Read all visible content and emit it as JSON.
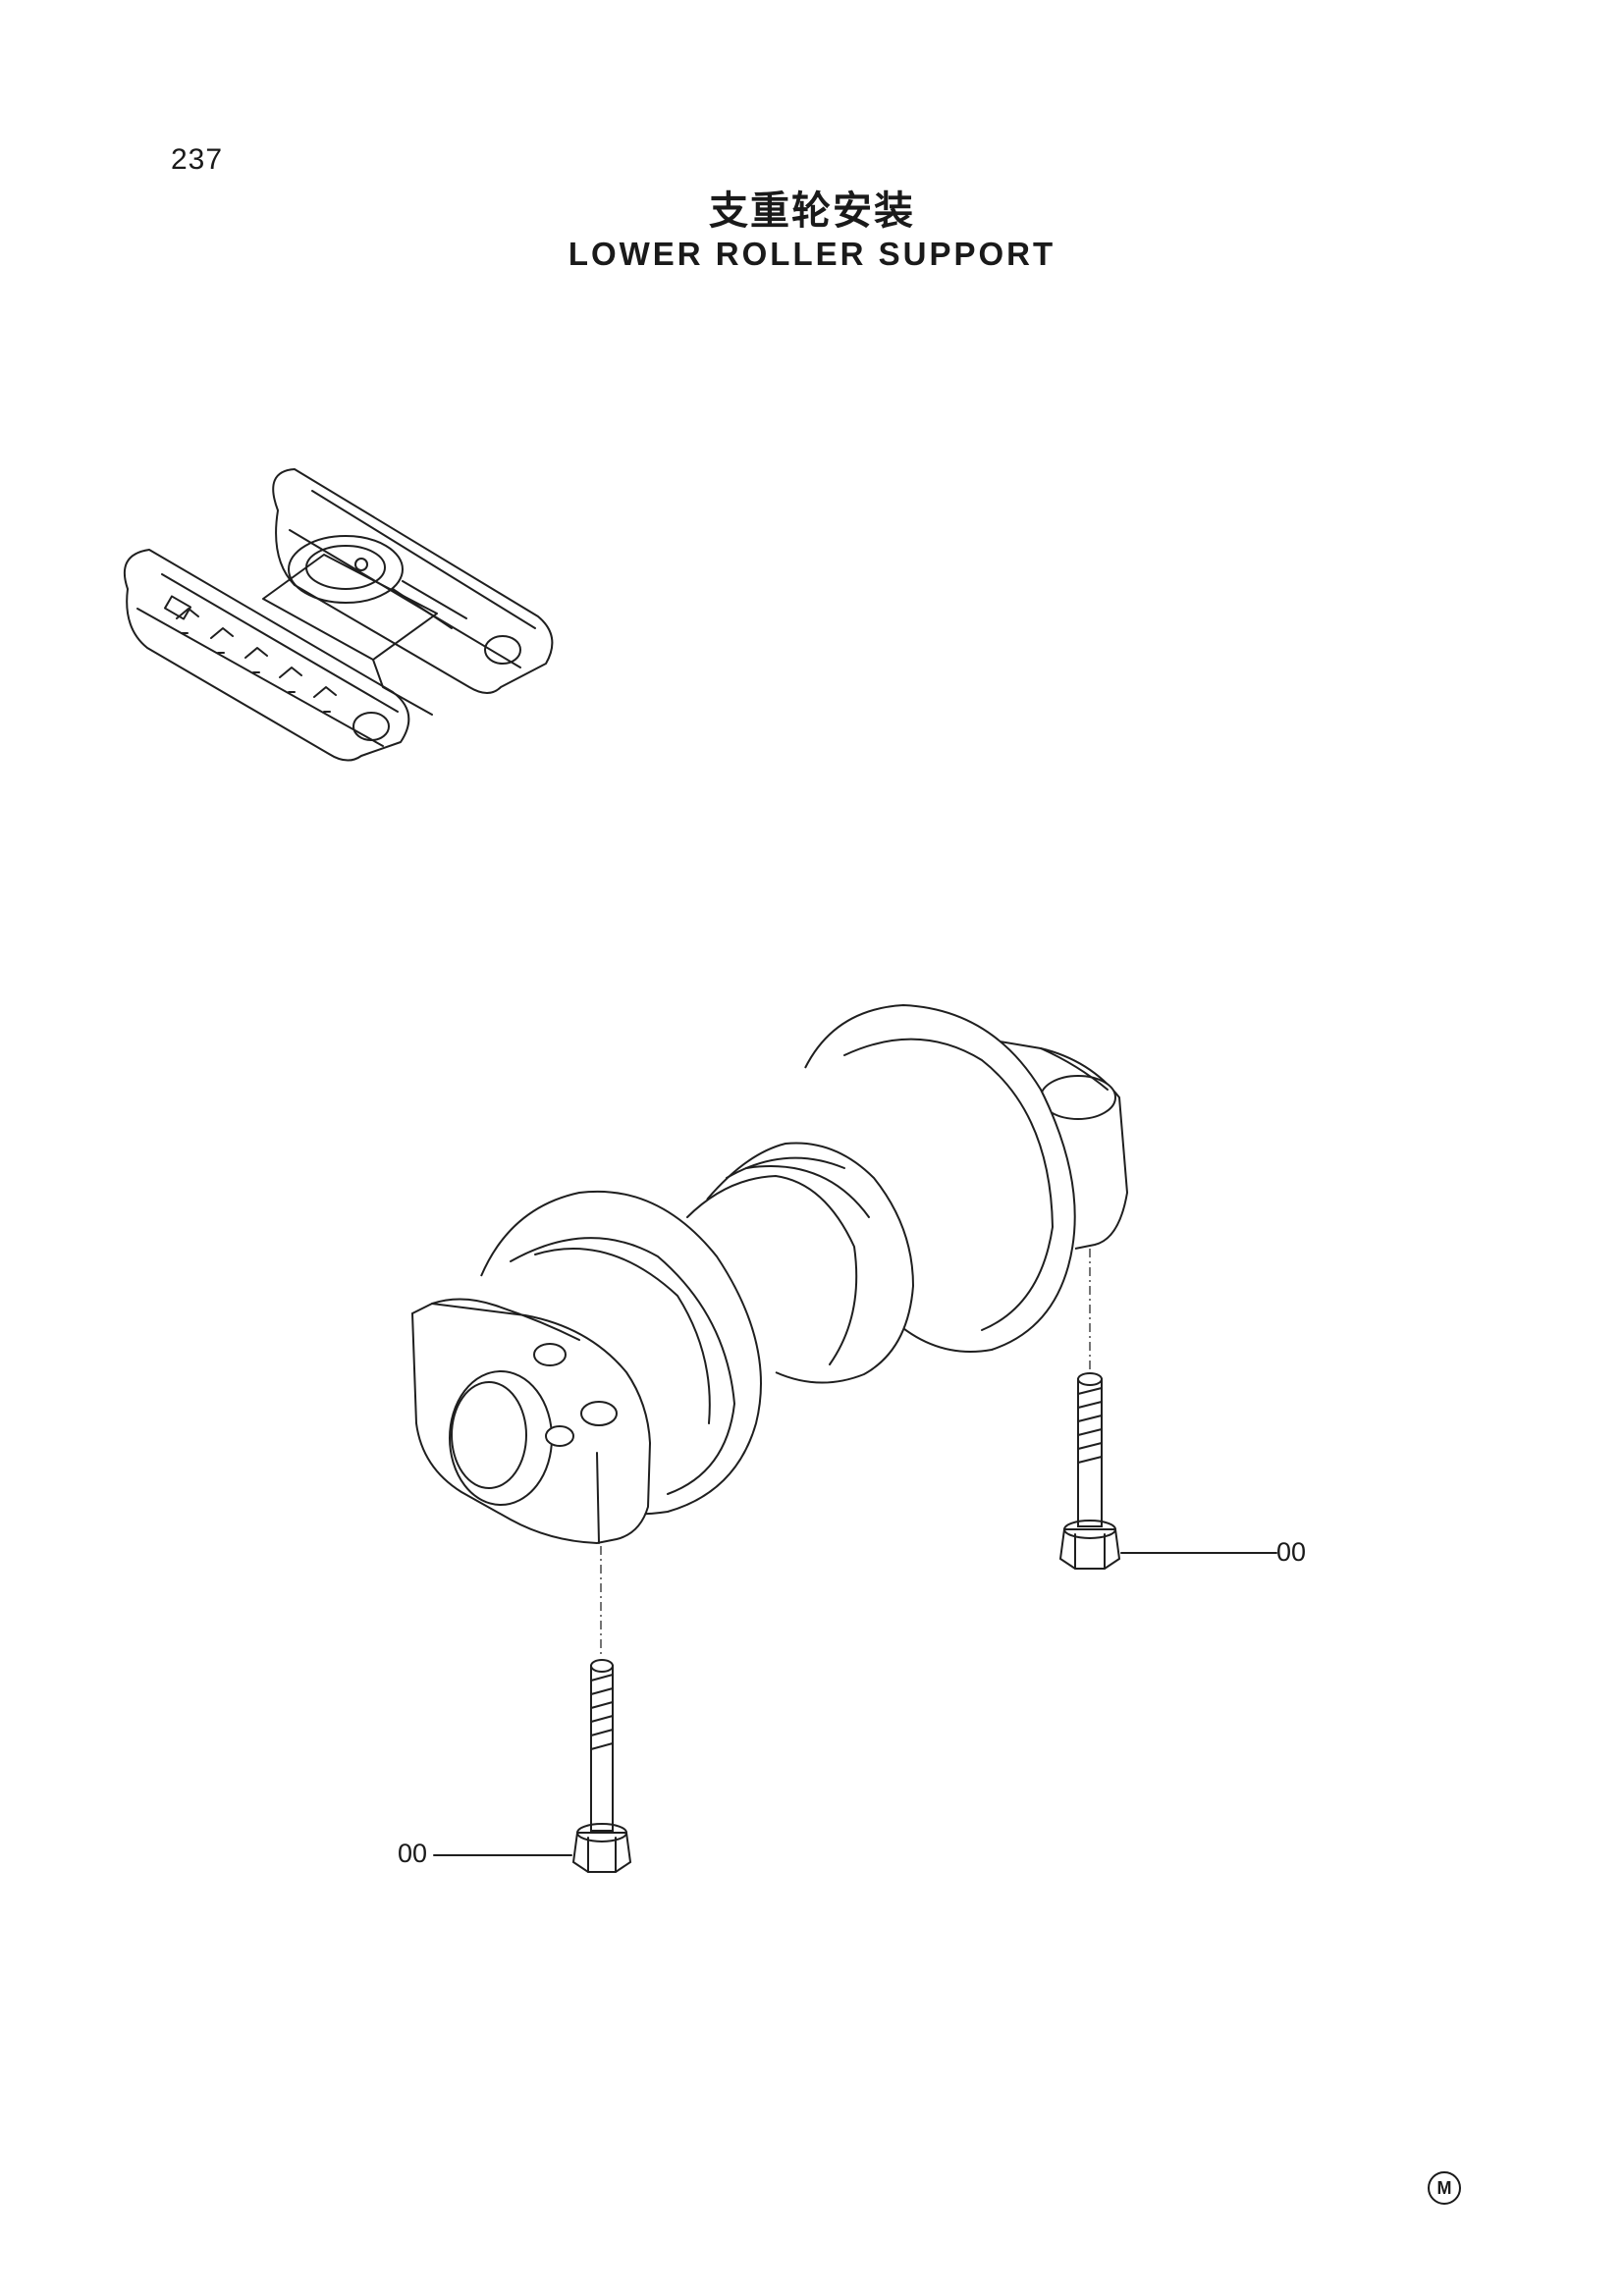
{
  "page": {
    "number": "237",
    "title_cn": "支重轮安装",
    "title_en": "LOWER ROLLER SUPPORT"
  },
  "callouts": {
    "right_bolt": "00",
    "left_bolt": "00"
  },
  "mark": "M"
}
